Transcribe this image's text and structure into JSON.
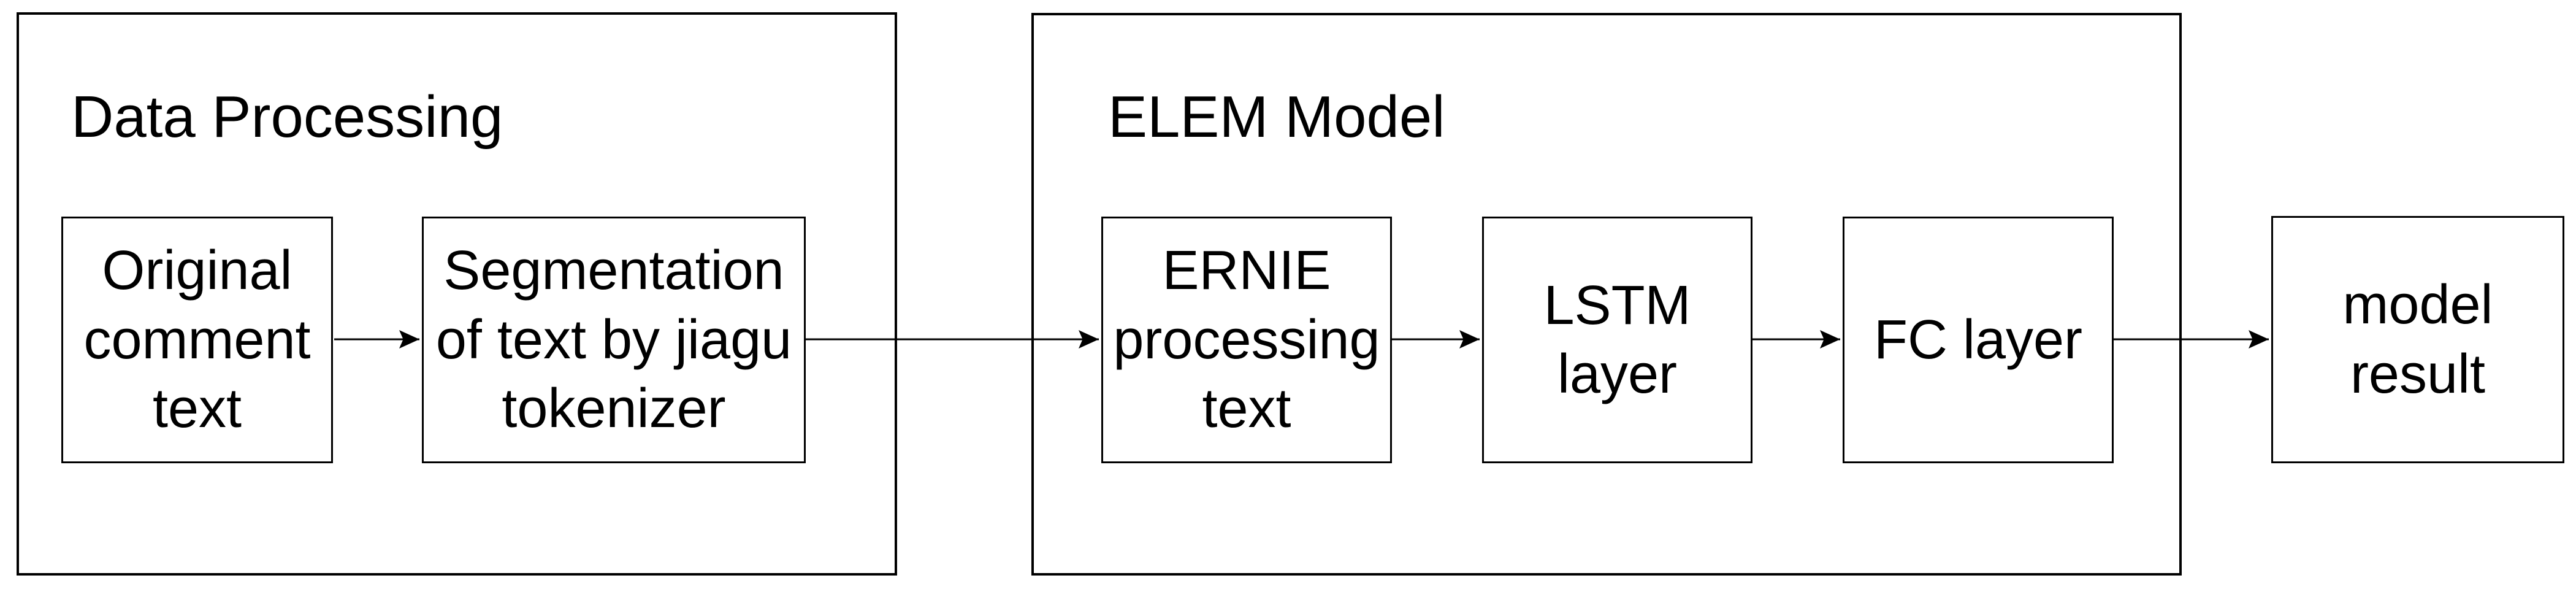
{
  "diagram": {
    "type": "flowchart",
    "colors": {
      "stroke": "#000000",
      "text": "#000000",
      "background": "#ffffff"
    },
    "groups": [
      {
        "id": "data-processing",
        "label": "Data Processing"
      },
      {
        "id": "elem-model",
        "label": "ELEM Model"
      }
    ],
    "nodes": [
      {
        "id": "original-comment-text",
        "group": "data-processing",
        "label": "Original\ncomment\ntext"
      },
      {
        "id": "segmentation-jiagu",
        "group": "data-processing",
        "label": "Segmentation\nof text by jiagu\ntokenizer"
      },
      {
        "id": "ernie-processing-text",
        "group": "elem-model",
        "label": "ERNIE\nprocessing\ntext"
      },
      {
        "id": "lstm-layer",
        "group": "elem-model",
        "label": "LSTM\nlayer"
      },
      {
        "id": "fc-layer",
        "group": "elem-model",
        "label": "FC layer"
      },
      {
        "id": "model-result",
        "group": null,
        "label": "model\nresult"
      }
    ],
    "edges": [
      {
        "from": "original-comment-text",
        "to": "segmentation-jiagu"
      },
      {
        "from": "segmentation-jiagu",
        "to": "ernie-processing-text"
      },
      {
        "from": "ernie-processing-text",
        "to": "lstm-layer"
      },
      {
        "from": "lstm-layer",
        "to": "fc-layer"
      },
      {
        "from": "fc-layer",
        "to": "model-result"
      }
    ]
  }
}
